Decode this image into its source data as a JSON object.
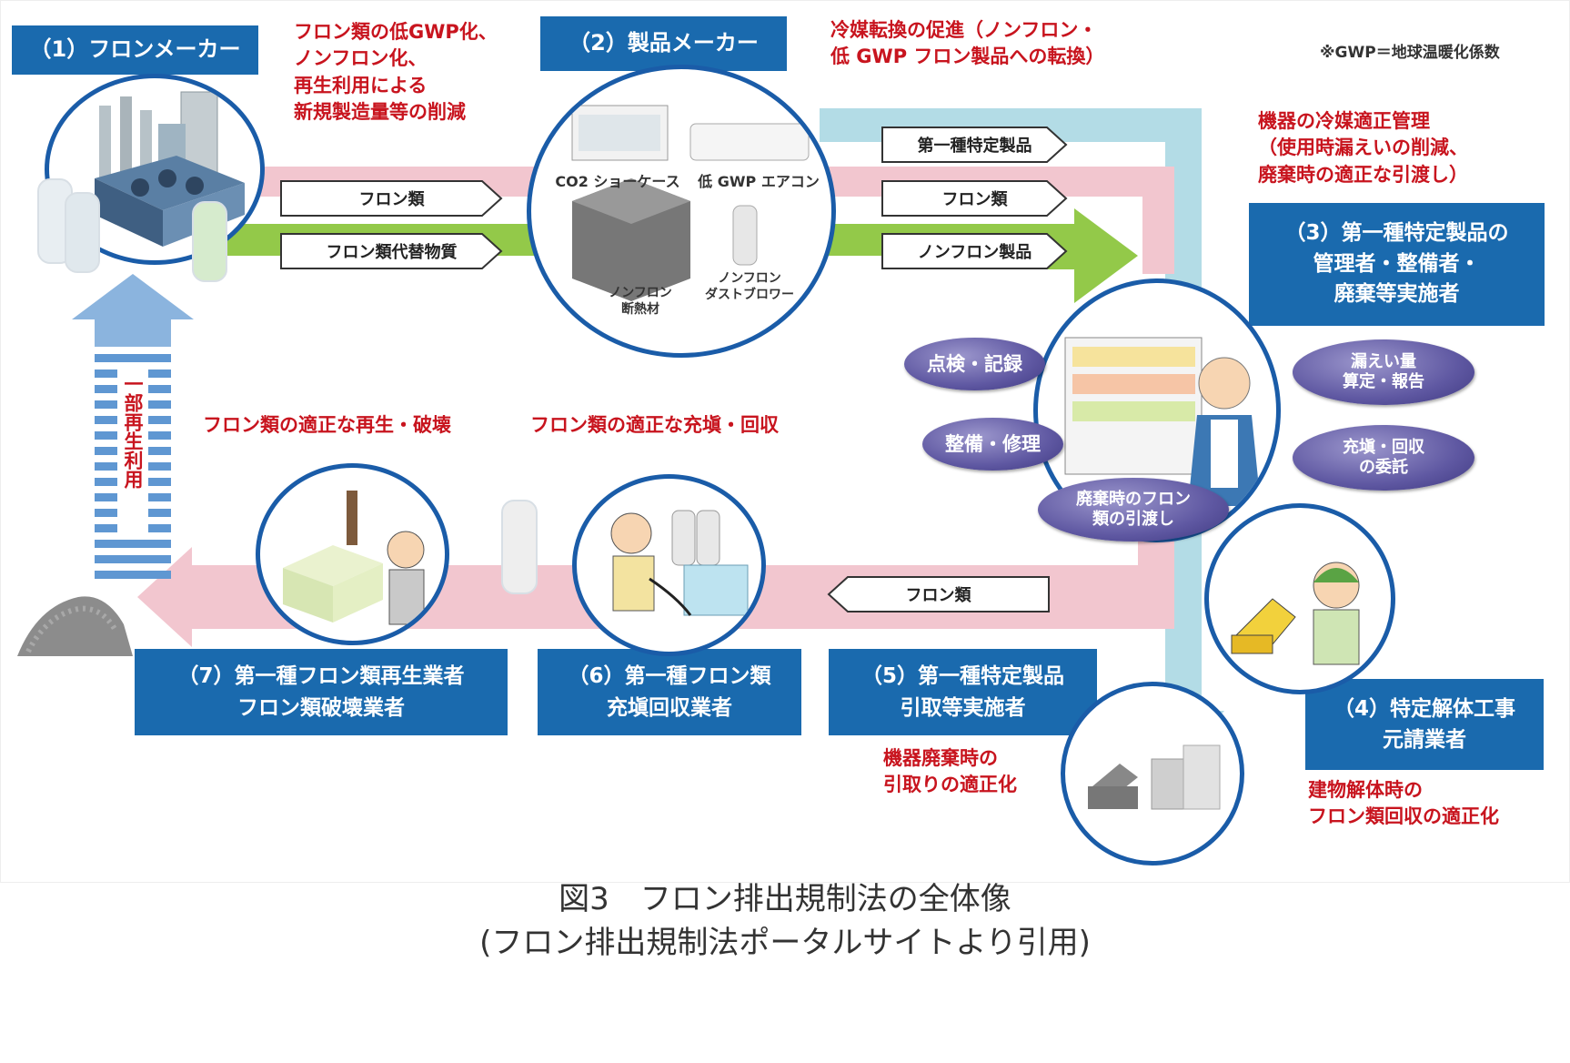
{
  "stakeholders": {
    "s1": "（1）フロンメーカー",
    "s2": "（2）製品メーカー",
    "s3": [
      "（3）第一種特定製品の",
      "管理者・整備者・",
      "廃棄等実施者"
    ],
    "s4": [
      "（4）特定解体工事",
      "元請業者"
    ],
    "s5": [
      "（5）第一種特定製品",
      "引取等実施者"
    ],
    "s6": [
      "（6）第一種フロン類",
      "充塡回収業者"
    ],
    "s7": [
      "（7）第一種フロン類再生業者",
      "フロン類破壊業者"
    ]
  },
  "gwp_note": "※GWP＝地球温暖化係数",
  "notes": {
    "maker": [
      "フロン類の低GWP化、",
      "ノンフロン化、",
      "再生利用による",
      "新規製造量等の削減"
    ],
    "product": [
      "冷媒転換の促進（ノンフロン・",
      "低 GWP フロン製品への転換）"
    ],
    "manager": [
      "機器の冷媒適正管理",
      "（使用時漏えいの削減、",
      "廃棄時の適正な引渡し）"
    ],
    "regen": "フロン類の適正な再生・破壊",
    "fill": "フロン類の適正な充塡・回収",
    "collect": [
      "機器廃棄時の",
      "引取りの適正化"
    ],
    "demolition": [
      "建物解体時の",
      "フロン類回収の適正化"
    ]
  },
  "flow_tags": {
    "left_top": "フロン類",
    "left_bottom": "フロン類代替物質",
    "right_1": "第一種特定製品",
    "right_2": "フロン類",
    "right_3": "ノンフロン製品",
    "return": "フロン類"
  },
  "product_labels": {
    "showcase": "CO2 ショーケース",
    "aircon": "低 GWP エアコン",
    "insulation": [
      "ノンフロン",
      "断熱材"
    ],
    "duster": [
      "ノンフロン",
      "ダストブロワー"
    ]
  },
  "duties": {
    "inspect": "点検・記録",
    "repair": "整備・修理",
    "handover": [
      "廃棄時のフロン",
      "類の引渡し"
    ],
    "leak": [
      "漏えい量",
      "算定・報告"
    ],
    "commission": [
      "充塡・回収",
      "の委託"
    ]
  },
  "reuse": "一部再生利用",
  "caption": [
    "図3　フロン排出規制法の全体像",
    "(フロン排出規制法ポータルサイトより引用)"
  ],
  "colors": {
    "box_blue": "#1a6aae",
    "note_red": "#c8141e",
    "pink_flow": "#f2c6cf",
    "green_flow": "#8dc63f",
    "lightblue_flow": "#b3dce6",
    "circle_border": "#1a5ca8",
    "duty_oval": "#5f58a2"
  }
}
